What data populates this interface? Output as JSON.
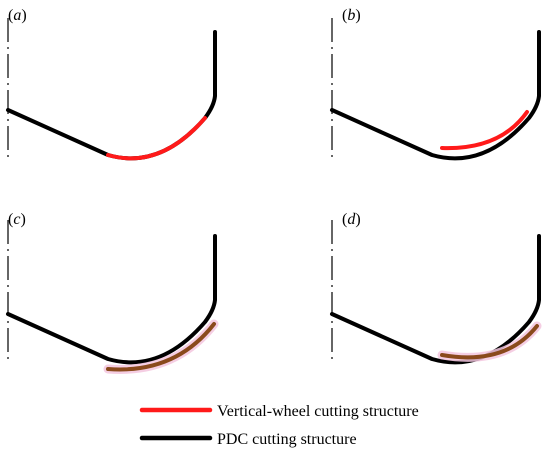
{
  "panels": [
    {
      "label": "(a)"
    },
    {
      "label": "(b)"
    },
    {
      "label": "(c)"
    },
    {
      "label": "(d)"
    }
  ],
  "legend": {
    "items": [
      {
        "label": "Vertical-wheel cutting structure",
        "color": "#ff1a1a",
        "icon": "red-line-icon"
      },
      {
        "label": "PDC cutting structure",
        "color": "#000000",
        "icon": "black-line-icon"
      }
    ]
  },
  "colors": {
    "pdc": "#000000",
    "vertical_wheel": "#ff1a1a",
    "vertical_wheel_overlay": "#8a4a1c"
  }
}
